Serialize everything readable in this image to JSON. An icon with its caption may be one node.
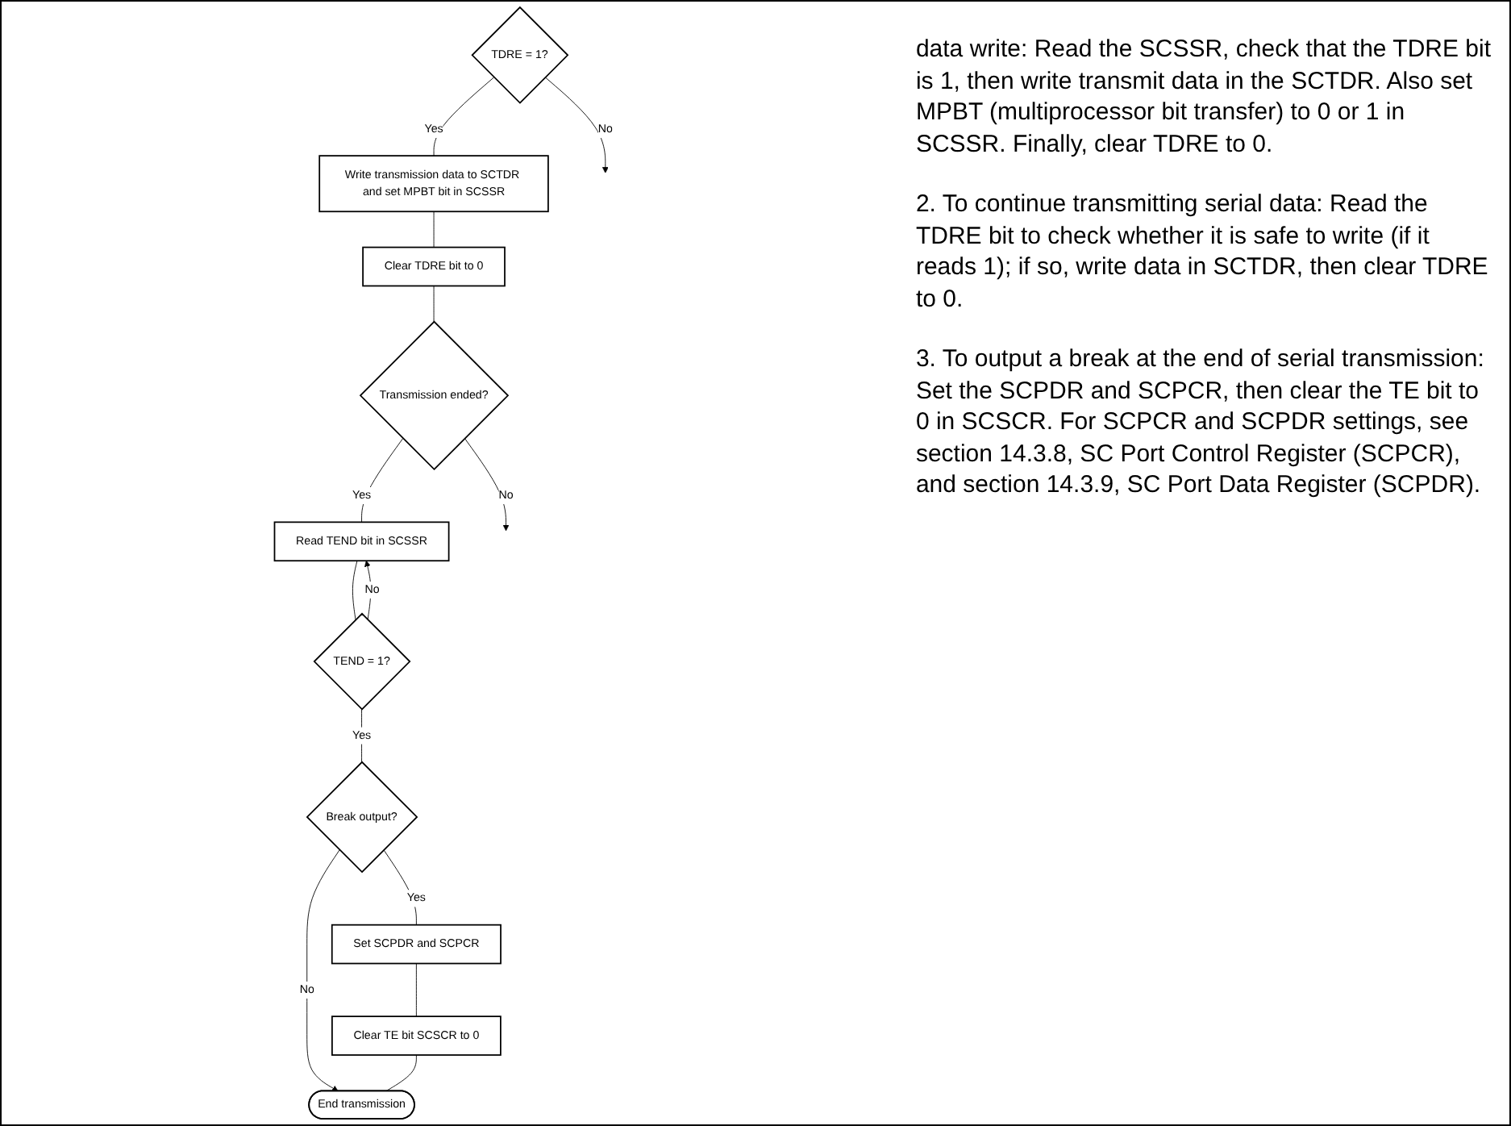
{
  "diagram": {
    "nodes": [
      {
        "text": [
          "TDRE = 1?"
        ]
      },
      {
        "text": [
          "Write transmission data to SCTDR and set MPBT bit in SCSSR"
        ]
      },
      {
        "text": [
          "Clear TDRE bit to 0"
        ]
      },
      {
        "text": [
          "Transmission ended?"
        ]
      },
      {
        "text": [
          "Read TEND bit in SCSSR"
        ]
      },
      {
        "text": [
          "TEND = 1?"
        ]
      },
      {
        "text": [
          "Break output?"
        ]
      },
      {
        "text": [
          "Set SCPDR and SCPCR"
        ]
      },
      {
        "text": [
          "Clear TE bit SCSCR to 0"
        ]
      },
      {
        "text": [
          "End transmission"
        ]
      }
    ],
    "edges": [
      {
        "from": 0,
        "to": 1,
        "arrow": "none",
        "label": "Yes"
      },
      {
        "from": 0,
        "to": null,
        "arrow": "to",
        "label": "No"
      },
      {
        "from": 1,
        "to": 2,
        "arrow": "none"
      },
      {
        "from": 2,
        "to": 3,
        "arrow": "none"
      },
      {
        "from": 3,
        "to": 4,
        "arrow": "none",
        "label": "Yes"
      },
      {
        "from": 3,
        "to": null,
        "arrow": "to",
        "label": "No"
      },
      {
        "from": 4,
        "to": 5,
        "arrow": "none"
      },
      {
        "from": 5,
        "to": 4,
        "arrow": "to",
        "label": "No"
      },
      {
        "from": 5,
        "to": 6,
        "arrow": "none",
        "label": "Yes"
      },
      {
        "from": 6,
        "to": 7,
        "arrow": "none",
        "label": "Yes"
      },
      {
        "from": 6,
        "to": 9,
        "arrow": "to",
        "label": "No"
      },
      {
        "from": 7,
        "to": 8,
        "arrow": "none"
      },
      {
        "from": 8,
        "to": 9,
        "arrow": "none"
      }
    ],
    "labels": [
      "data write: Read the SCSSR, check that the TDRE bit is 1, then write transmit data in the SCTDR. Also set MPBT (multiprocessor bit transfer) to 0 or 1 in SCSSR. Finally, clear TDRE to 0.",
      "2. To continue transmitting serial data: Read the TDRE bit to check whether it is safe to write (if it reads 1); if so, write data in SCTDR, then clear TDRE to 0.",
      "3. To output a break at the end of serial transmission: Set the SCPDR and SCPCR, then clear the TE bit to 0 in SCSCR. For SCPCR and SCPDR settings, see section 14.3.8, SC Port Control Register (SCPCR), and section 14.3.9, SC Port Data Register (SCPDR)."
    ]
  }
}
